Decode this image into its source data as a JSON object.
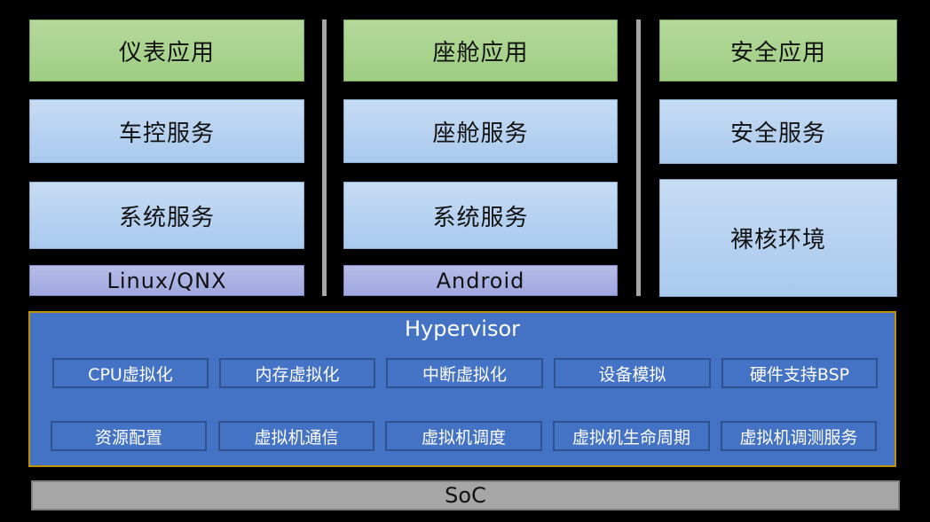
{
  "column1": {
    "app": "仪表应用",
    "service": "车控服务",
    "system": "系统服务",
    "os": "Linux/QNX"
  },
  "column2": {
    "app": "座舱应用",
    "service": "座舱服务",
    "system": "系统服务",
    "os": "Android"
  },
  "column3": {
    "app": "安全应用",
    "service": "安全服务",
    "env": "裸核环境"
  },
  "hypervisor": {
    "title": "Hypervisor",
    "row1": [
      "CPU虚拟化",
      "内存虚拟化",
      "中断虚拟化",
      "设备模拟",
      "硬件支持BSP"
    ],
    "row2": [
      "资源配置",
      "虚拟机通信",
      "虚拟机调度",
      "虚拟机生命周期",
      "虚拟机调测服务"
    ]
  },
  "soc": "SoC",
  "colors": {
    "app_green": "#a9d18e",
    "service_blue": "#b4cff0",
    "os_purple": "#a9b0e3",
    "hypervisor_blue": "#4472c4",
    "hypervisor_border": "#bf9000",
    "soc_gray": "#a6a6a6"
  }
}
